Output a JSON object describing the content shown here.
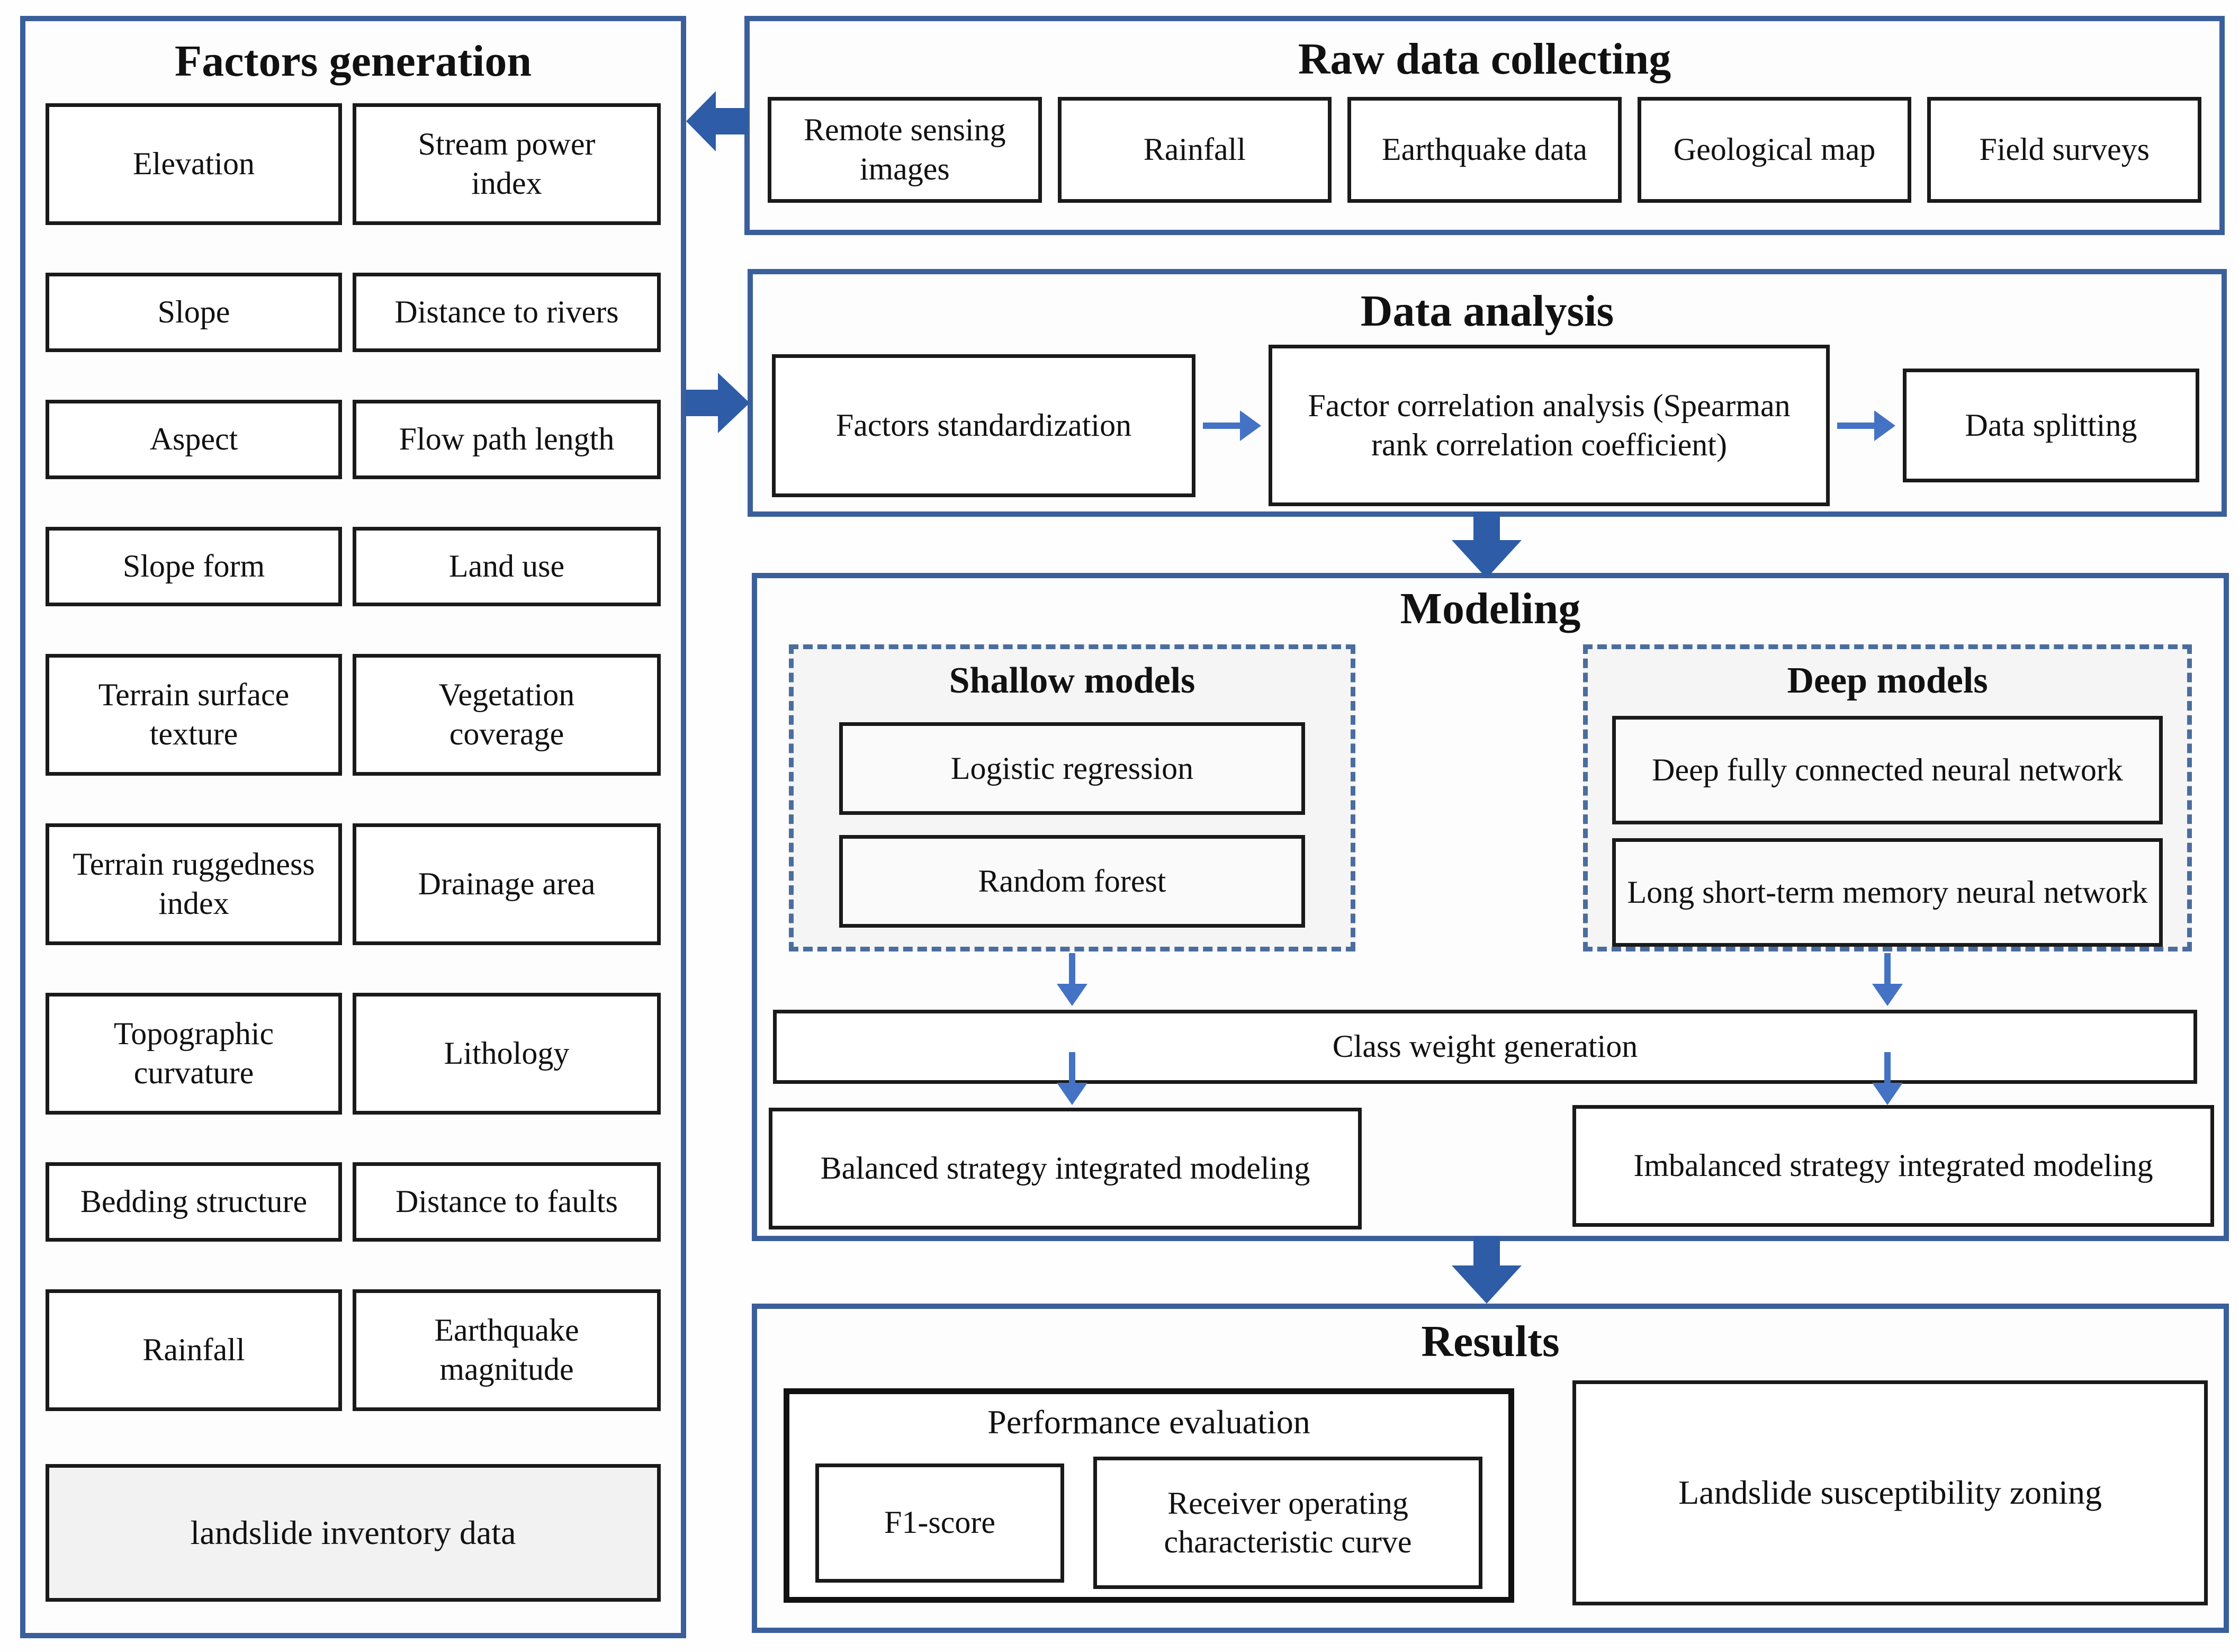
{
  "colors": {
    "panel_border": "#3a5f9b",
    "box_border": "#1a1a1a",
    "big_arrow": "#2e5ca6",
    "small_arrow": "#4472c4",
    "dashed_border": "#4a6d9e",
    "shaded_box_bg": "#f2f2f2",
    "model_group_bg": "#f5f5f5"
  },
  "factors_generation": {
    "title": "Factors generation",
    "items": [
      {
        "left": "Elevation",
        "right": "Stream power index"
      },
      {
        "left": "Slope",
        "right": "Distance to rivers"
      },
      {
        "left": "Aspect",
        "right": "Flow path length"
      },
      {
        "left": "Slope form",
        "right": "Land use"
      },
      {
        "left": "Terrain surface texture",
        "right": "Vegetation coverage"
      },
      {
        "left": "Terrain ruggedness index",
        "right": "Drainage area"
      },
      {
        "left": "Topographic curvature",
        "right": "Lithology"
      },
      {
        "left": "Bedding structure",
        "right": "Distance to faults"
      },
      {
        "left": "Rainfall",
        "right": "Earthquake magnitude"
      }
    ],
    "footer_item": "landslide inventory data"
  },
  "raw_data_collecting": {
    "title": "Raw data collecting",
    "items": [
      "Remote sensing images",
      "Rainfall",
      "Earthquake data",
      "Geological map",
      "Field surveys"
    ]
  },
  "data_analysis": {
    "title": "Data analysis",
    "steps": [
      "Factors standardization",
      "Factor correlation analysis (Spearman rank correlation coefficient)",
      "Data splitting"
    ]
  },
  "modeling": {
    "title": "Modeling",
    "shallow_models": {
      "title": "Shallow models",
      "items": [
        "Logistic regression",
        "Random forest"
      ]
    },
    "deep_models": {
      "title": "Deep models",
      "items": [
        "Deep fully connected neural network",
        "Long short-term memory neural network"
      ]
    },
    "class_weight": "Class weight generation",
    "balanced": "Balanced strategy integrated modeling",
    "imbalanced": "Imbalanced strategy integrated modeling"
  },
  "results": {
    "title": "Results",
    "performance_evaluation": {
      "title": "Performance evaluation",
      "items": [
        "F1-score",
        "Receiver operating characteristic curve"
      ]
    },
    "zoning": "Landslide susceptibility zoning"
  }
}
